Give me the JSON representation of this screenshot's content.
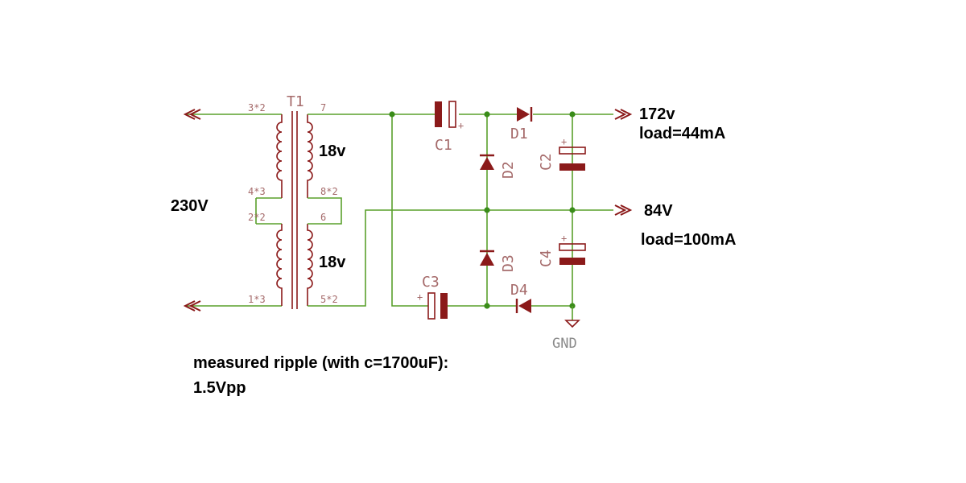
{
  "components": {
    "transformer": {
      "ref": "T1",
      "pins": {
        "p3": "3*2",
        "p4": "4*3",
        "p2": "2*2",
        "p1": "1*3",
        "p7": "7",
        "p8": "8*2",
        "p6": "6",
        "p5": "5*2"
      }
    },
    "c1": "C1",
    "c2": "C2",
    "c3": "C3",
    "c4": "C4",
    "d1": "D1",
    "d2": "D2",
    "d3": "D3",
    "d4": "D4",
    "plus": "+",
    "gnd": "GND"
  },
  "annotations": {
    "input_voltage": "230V",
    "secondary_top": "18v",
    "secondary_bottom": "18v",
    "out_high_voltage": "172v",
    "out_high_load": "load=44mA",
    "out_mid_voltage": "84V",
    "out_mid_load": "load=100mA",
    "ripple_line1": "measured ripple (with c=1700uF):",
    "ripple_line2": "1.5Vpp"
  },
  "colors": {
    "wire": "#5aa02c",
    "part": "#8b1a1a",
    "junction": "#3a8c1a",
    "pin_text": "#a56a6a",
    "note_text": "#000000"
  }
}
